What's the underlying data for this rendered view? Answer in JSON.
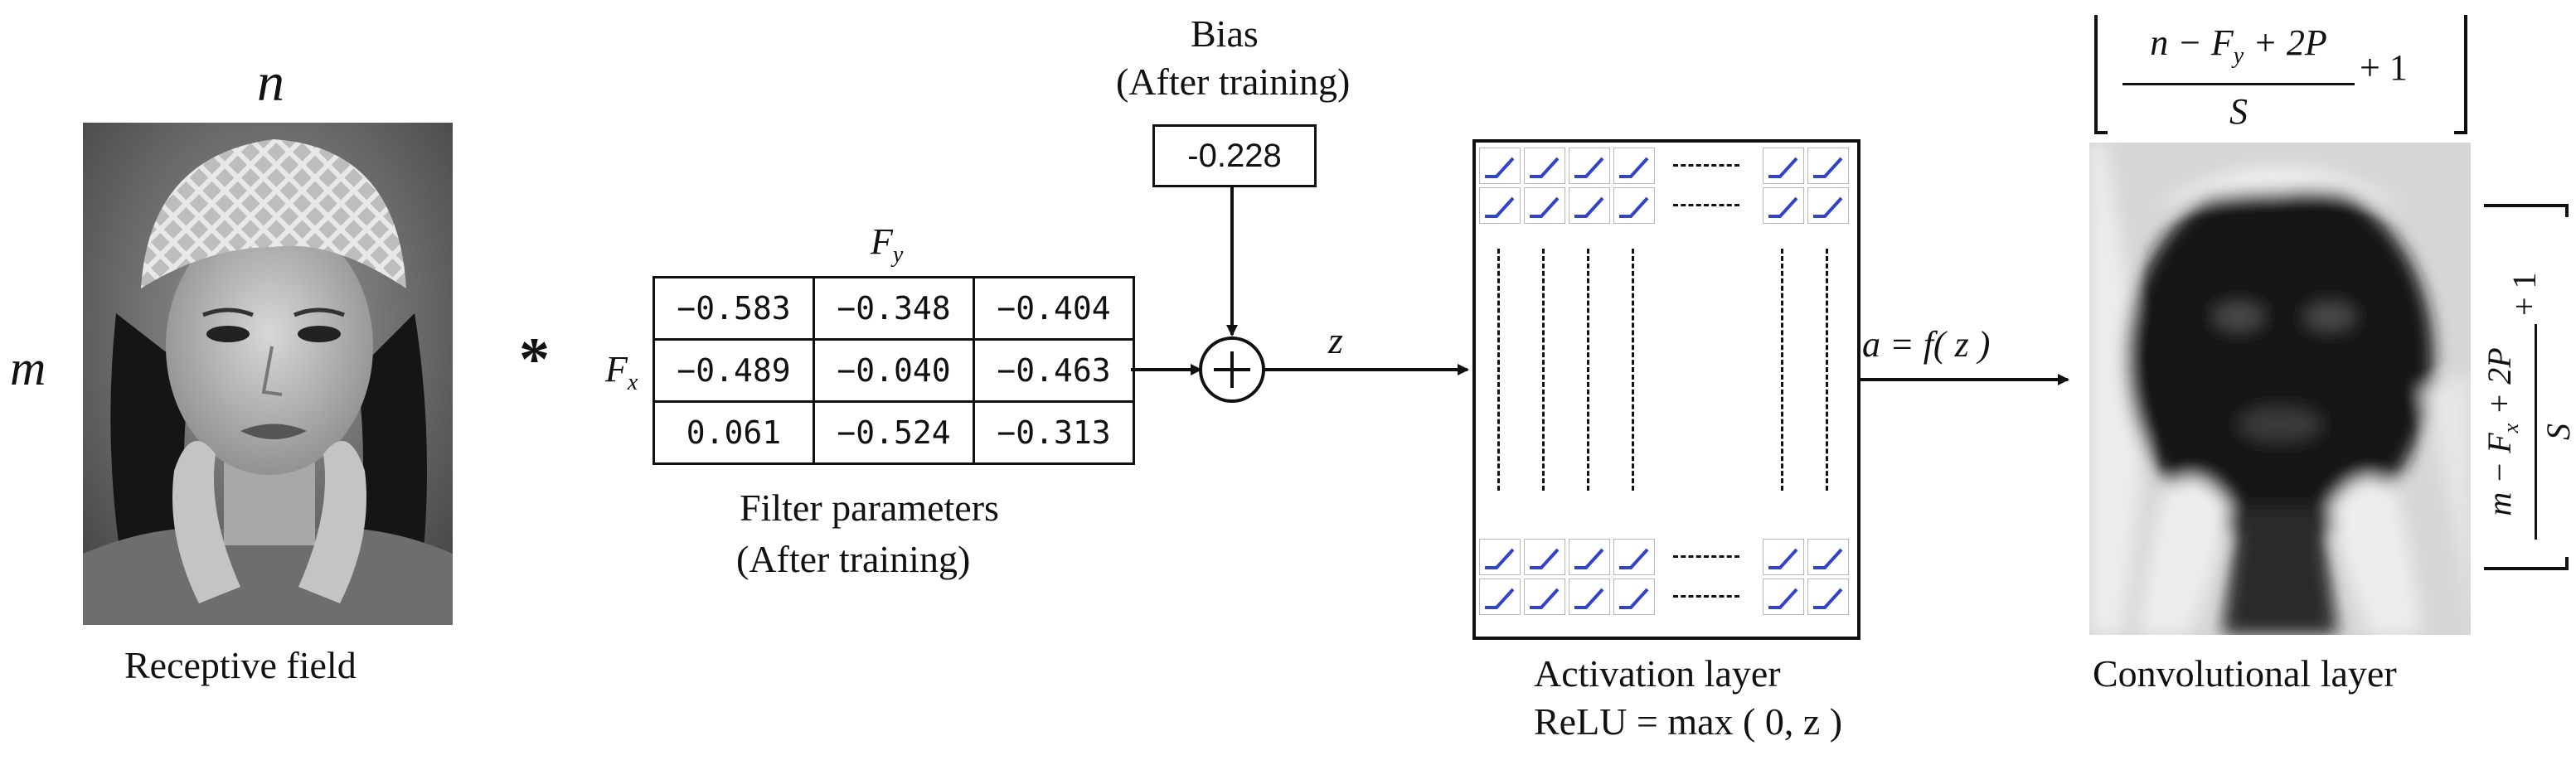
{
  "receptive_field": {
    "width_label": "n",
    "height_label": "m",
    "caption": "Receptive field"
  },
  "convolution_operator": "*",
  "filter": {
    "fy_label": "F",
    "fy_sub": "y",
    "fx_label": "F",
    "fx_sub": "x",
    "rows": [
      [
        "−0.583",
        "−0.348",
        "−0.404"
      ],
      [
        "−0.489",
        "−0.040",
        "−0.463"
      ],
      [
        "0.061",
        "−0.524",
        "−0.313"
      ]
    ],
    "caption_line1": "Filter parameters",
    "caption_line2": "(After training)"
  },
  "bias": {
    "title_line1": "Bias",
    "title_line2": "(After training)",
    "value": "-0.228"
  },
  "sum_node": {
    "symbol": "+",
    "output_label": "z"
  },
  "activation": {
    "caption_line1": "Activation layer",
    "caption_line2": "ReLU = max ( 0,  z )",
    "output_label": "a = f( z )",
    "cell_color": "#3344cc"
  },
  "conv_layer": {
    "caption": "Convolutional layer",
    "width_num": "n − F",
    "width_num_sub": "y",
    "width_num_tail": " + 2P",
    "width_den": "S",
    "width_plus": "+ 1",
    "height_num": "m − F",
    "height_num_sub": "x",
    "height_num_tail": " + 2P",
    "height_den": "S",
    "height_plus": "+ 1"
  }
}
